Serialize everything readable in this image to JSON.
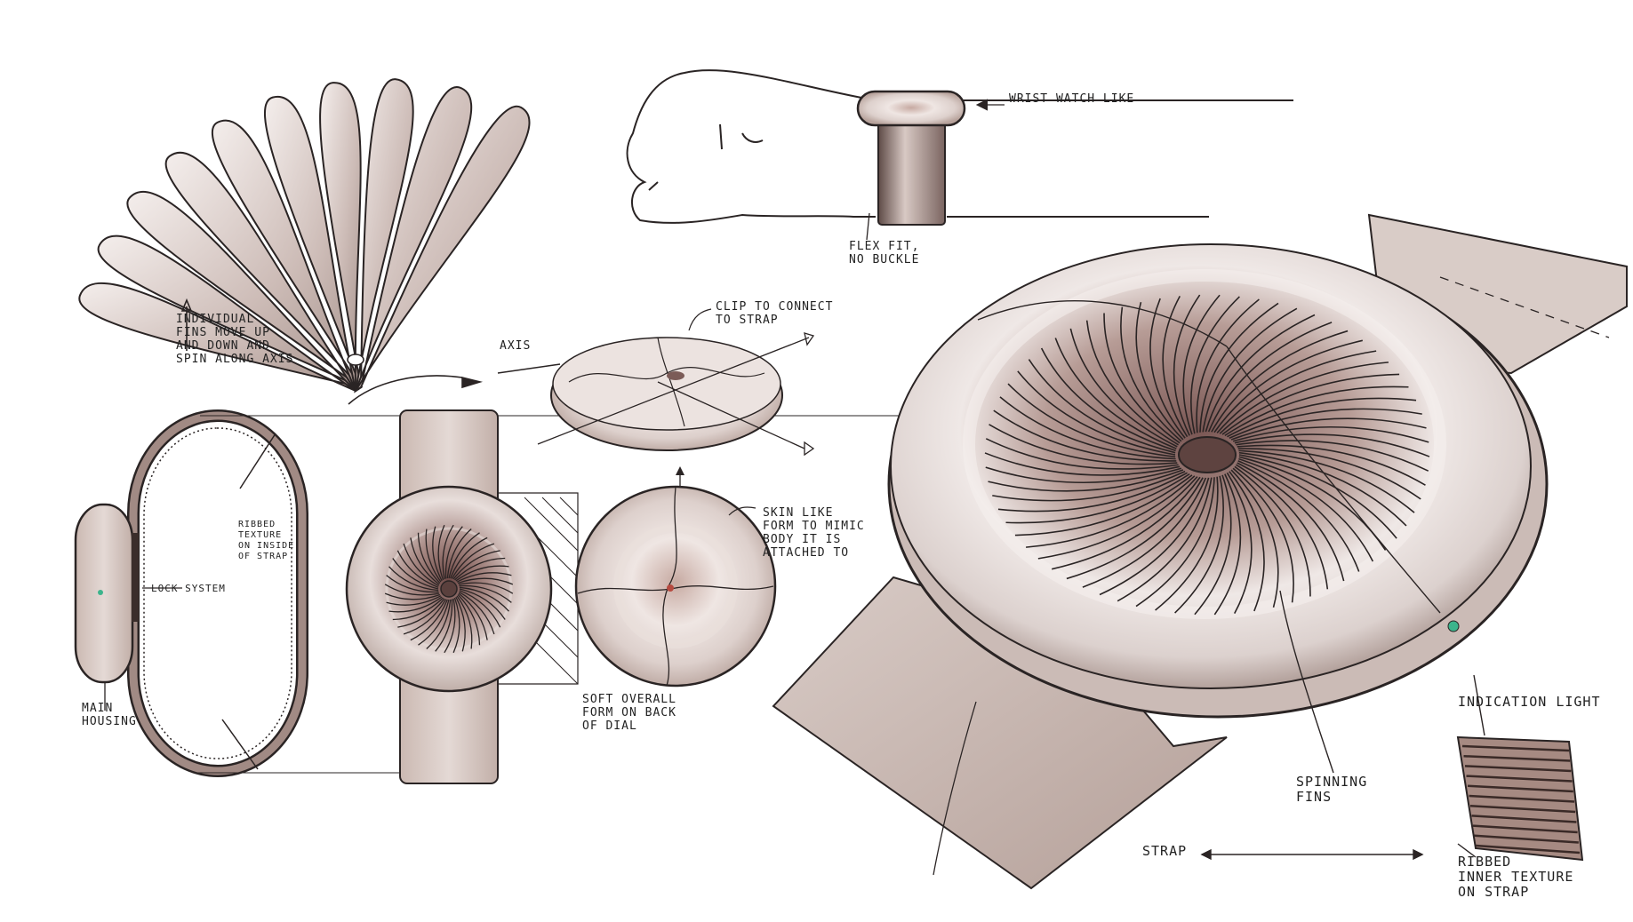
{
  "notes": {
    "fins": "Individual\nfins move up\nand down and\nspin along axis",
    "axis": "axis",
    "clip": "Clip to connect\nto strap",
    "ribbed_small": "Ribbed\ntexture\non inside\nof strap",
    "lock": "Lock system",
    "main_housing": "Main\nhousing",
    "skin": "Skin like\nform to mimic\nbody it is\nattached to",
    "back": "Soft overall\nform on back\nof dial",
    "wrist": "Wrist watch like",
    "flex": "Flex fit,\nno buckle",
    "indication": "Indication light",
    "spinning": "Spinning\nfins",
    "strap": "Strap",
    "ribbed_big": "Ribbed\ninner texture\non strap"
  },
  "colors": {
    "ink": "#2a2424",
    "body": "#e9e1de",
    "body_shade": "#c9b8b2",
    "inner": "#8e6a66",
    "strap": "#d8cac4",
    "strap_dark": "#b9a49c",
    "light": "#3cb48c"
  }
}
